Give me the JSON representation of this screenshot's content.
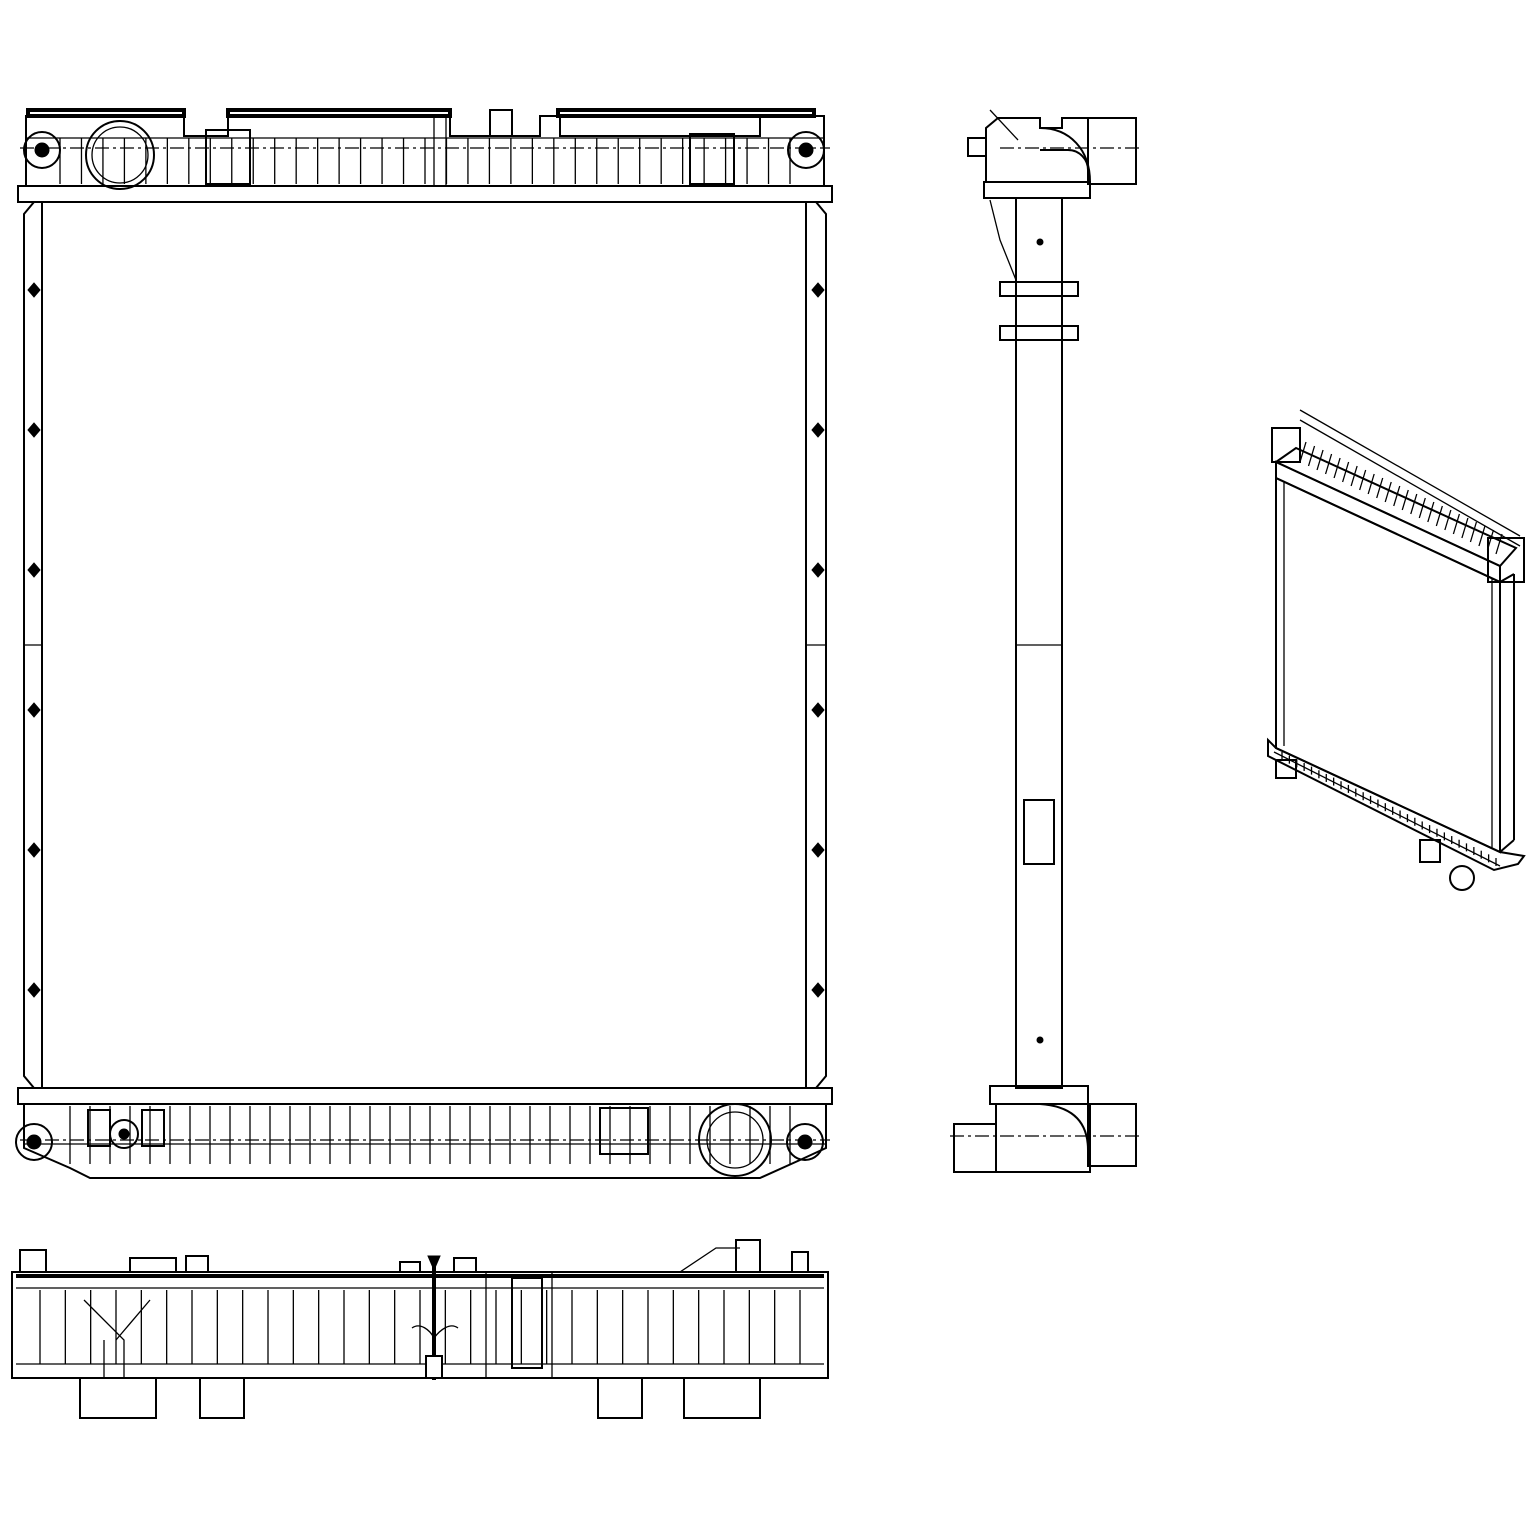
{
  "drawing": {
    "stroke_color": "#000000",
    "background_color": "#ffffff",
    "views": [
      {
        "name": "front-view",
        "top_tank_fins": 34,
        "bottom_tank_fins": 36,
        "core_side_marks": 6
      },
      {
        "name": "side-view"
      },
      {
        "name": "bottom-view",
        "tank_ribs": 30
      },
      {
        "name": "isometric-view",
        "top_tank_fins": 24,
        "bottom_tank_fins": 30
      }
    ]
  }
}
